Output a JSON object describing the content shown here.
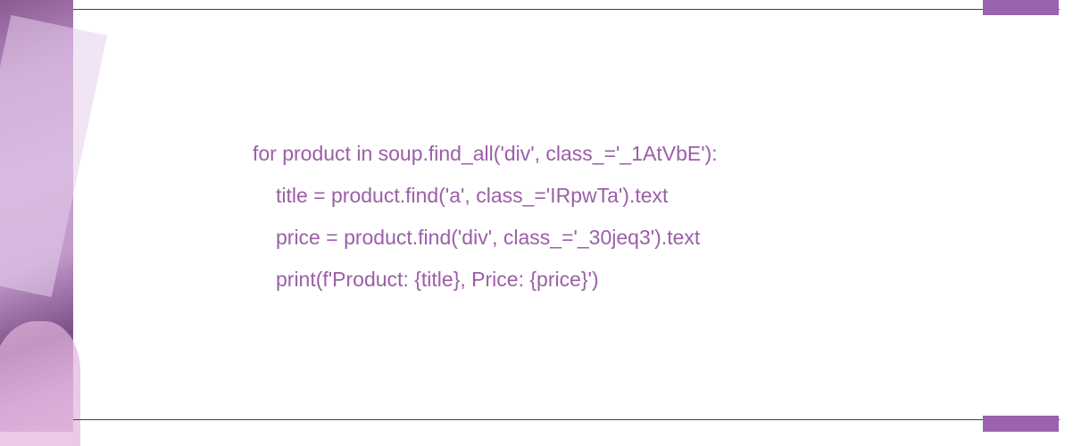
{
  "colors": {
    "text": "#9b5fa8",
    "accent": "#9b62ad",
    "rule": "#2f4a52"
  },
  "code_lines": [
    "for product in soup.find_all('div', class_='_1AtVbE'):",
    "title = product.find('a', class_='IRpwTa').text",
    "price = product.find('div', class_='_30jeq3').text",
    "print(f'Product: {title}, Price: {price}')"
  ]
}
